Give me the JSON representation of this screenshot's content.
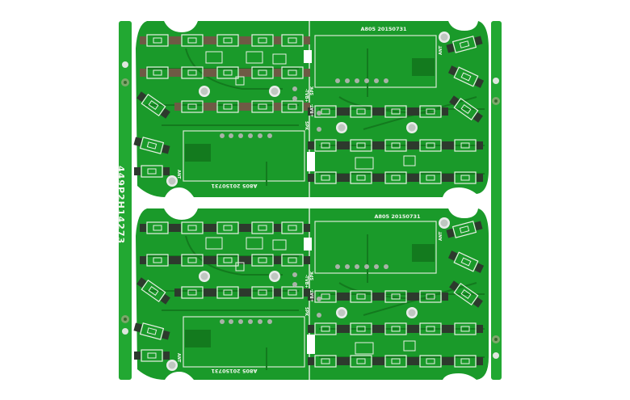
{
  "image": {
    "subject": "Green PCB panel with two identical boards",
    "background_color": "#ffffff",
    "board_color": "#1a9a2a",
    "board_dark_trace": "#137a1e",
    "rail_color": "#22a832",
    "silkscreen_color": "#f2f6ef",
    "pad_color": "#8a6a4a"
  },
  "panel": {
    "panel_id": "449P2H14273",
    "boards": [
      {
        "position": "top",
        "left_label": "A805 20150731",
        "right_label": "A805 20150731",
        "pin_labels": [
          "ANT",
          "-TVB+",
          "SPK",
          "+BAT-",
          "SPK",
          "ANT"
        ]
      },
      {
        "position": "bottom",
        "left_label": "A805 20150731",
        "right_label": "A805 20150731",
        "pin_labels": [
          "ANT",
          "-TVB+",
          "SPK",
          "+BAT-",
          "SPK",
          "ANT"
        ]
      }
    ]
  }
}
